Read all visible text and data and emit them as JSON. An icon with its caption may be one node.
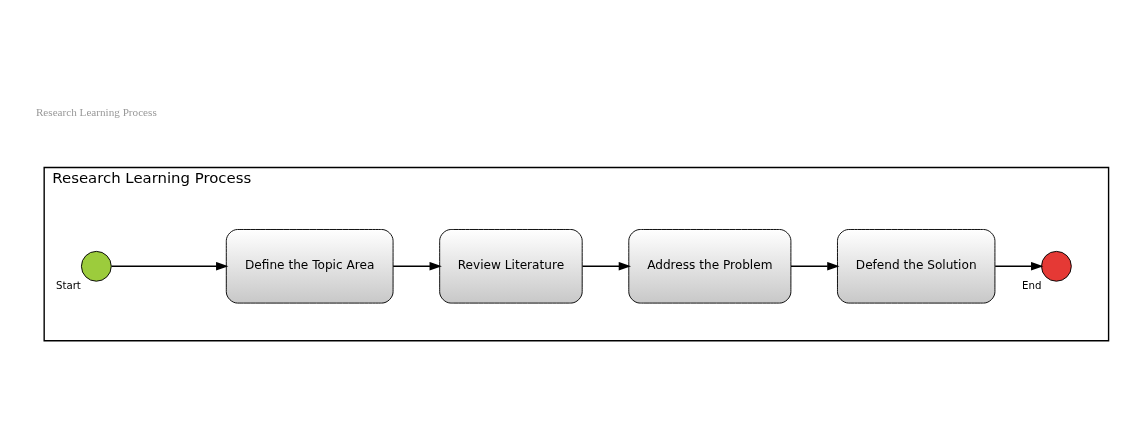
{
  "diagram": {
    "nodes": [
      {
        "text": [
          "Research Learning Process"
        ]
      },
      {
        "text": [],
        "shape": "circle",
        "in": 0,
        "beside": [
          "Start"
        ]
      },
      {
        "text": [
          "Define the Topic Area"
        ],
        "in": 0
      },
      {
        "text": [
          "Review Literature"
        ],
        "in": 0
      },
      {
        "text": [
          "Address the Problem"
        ],
        "in": 0
      },
      {
        "text": [
          "Defend the Solution"
        ],
        "in": 0
      },
      {
        "text": [],
        "shape": "circle",
        "in": 0,
        "beside": [
          "End"
        ]
      }
    ],
    "edges": [
      {
        "from": 1,
        "to": 2,
        "arrow": "to"
      },
      {
        "from": 2,
        "to": 3,
        "arrow": "to"
      },
      {
        "from": 3,
        "to": 4,
        "arrow": "to"
      },
      {
        "from": 4,
        "to": 5,
        "arrow": "to"
      },
      {
        "from": 5,
        "to": 6,
        "arrow": "to"
      }
    ],
    "labels": [
      "Research Learning Process"
    ]
  }
}
